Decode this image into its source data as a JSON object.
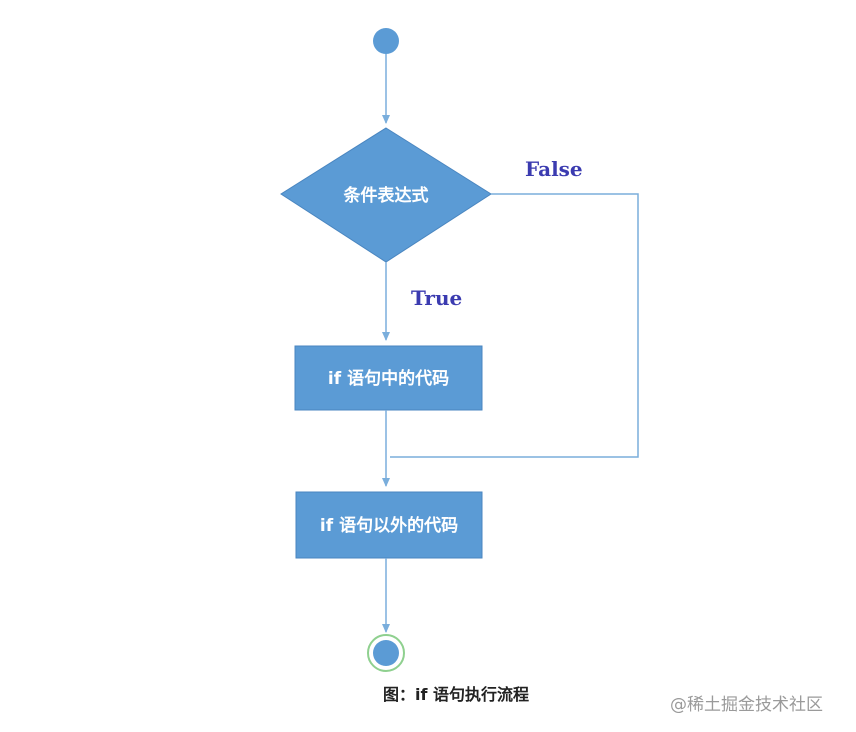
{
  "diagram": {
    "decision_label": "条件表达式",
    "false_label": "False",
    "true_label": "True",
    "if_body_label": "if 语句中的代码",
    "after_if_label": "if 语句以外的代码"
  },
  "caption": "图：if 语句执行流程",
  "watermark": "@稀土掘金技术社区",
  "colors": {
    "node_fill": "#5b9bd5",
    "node_stroke": "#4a86c0",
    "line": "#7aaedc",
    "branch_text": "#3b3bb0",
    "end_ring": "#8fd08f"
  }
}
